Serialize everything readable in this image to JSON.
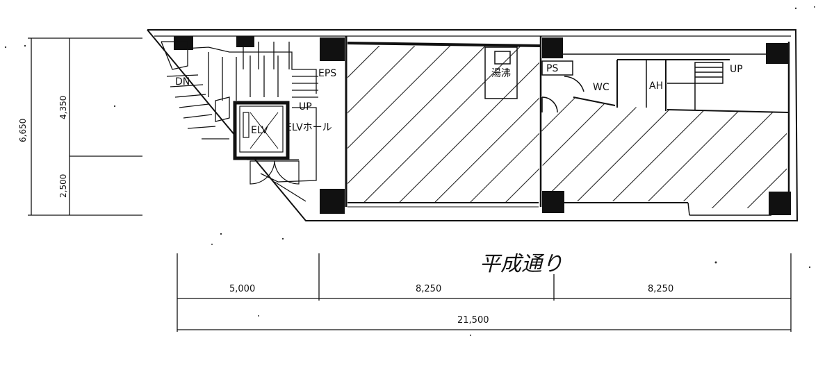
{
  "floor_plan": {
    "rooms": {
      "dn": "DN",
      "eps": "EPS",
      "up_stair": "UP",
      "elv": "ELV",
      "elv_hall": "ELVホール",
      "tank": "湯沸",
      "ps": "PS",
      "wc": "WC",
      "ah": "AH",
      "up_right": "UP"
    },
    "street_name": "平成通り",
    "horizontal_dimensions": {
      "segment_1": "5,000",
      "segment_2": "8,250",
      "segment_3": "8,250",
      "total": "21,500"
    },
    "vertical_dimensions": {
      "total": "6,650",
      "upper": "4,350",
      "lower": "2,500"
    }
  }
}
